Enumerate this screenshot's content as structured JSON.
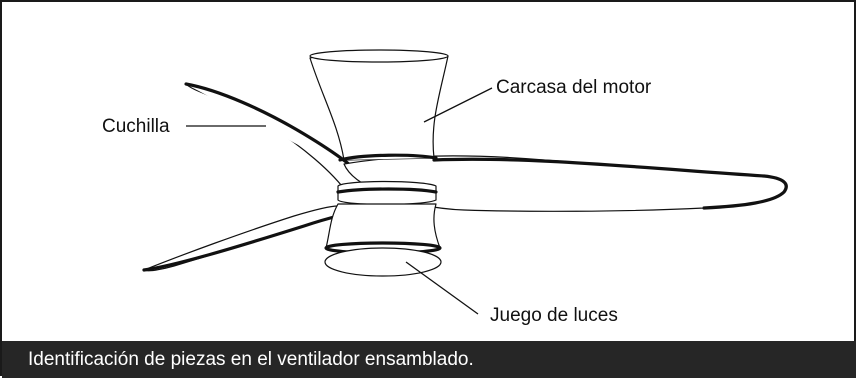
{
  "labels": {
    "motor_housing": "Carcasa del motor",
    "blade": "Cuchilla",
    "light_kit": "Juego de luces"
  },
  "caption": "Identificación de piezas en el ventilador ensamblado.",
  "colors": {
    "line": "#111111",
    "caption_background": "#262626",
    "caption_text": "#ffffff",
    "background": "#ffffff"
  }
}
